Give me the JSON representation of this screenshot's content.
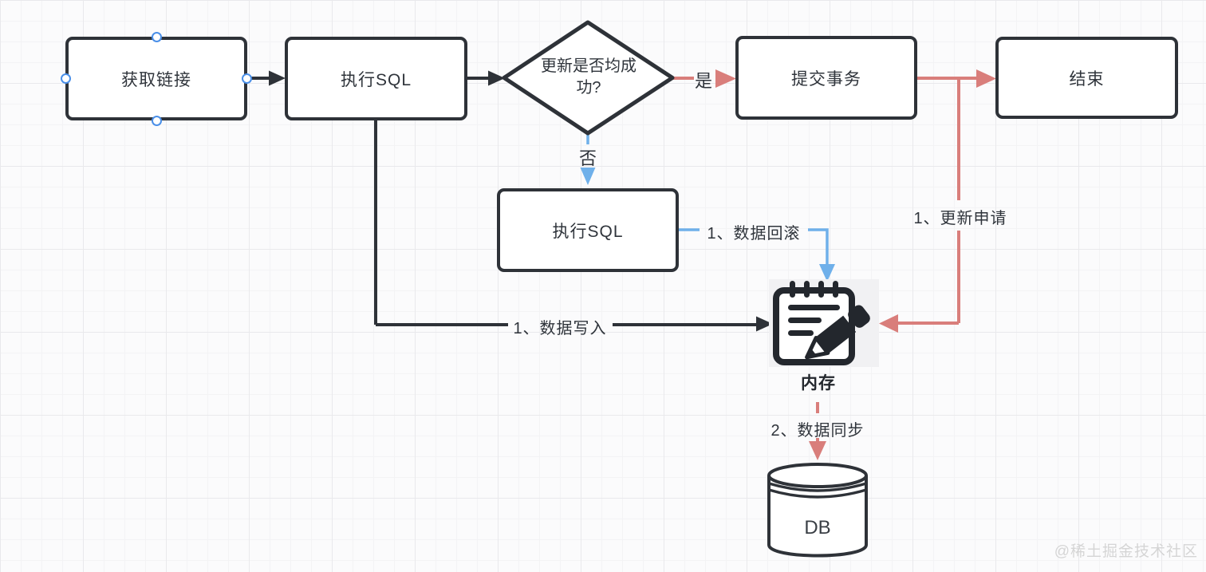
{
  "colors": {
    "ink": "#2e3238",
    "red": "#d97e7b",
    "blue": "#6fb0ea",
    "handle_blue": "#4a8fe8"
  },
  "nodes": {
    "get_connection": {
      "label": "获取链接"
    },
    "execute_sql": {
      "label": "执行SQL"
    },
    "decision": {
      "label": "更新是否均成功?"
    },
    "commit": {
      "label": "提交事务"
    },
    "end": {
      "label": "结束"
    },
    "execute_sql_rollback": {
      "label": "执行SQL"
    },
    "memory": {
      "label": "内存"
    },
    "db": {
      "label": "DB"
    }
  },
  "edges": {
    "yes": {
      "label": "是"
    },
    "no": {
      "label": "否"
    },
    "rollback": {
      "label": "1、数据回滚"
    },
    "write": {
      "label": "1、数据写入"
    },
    "update_request": {
      "label": "1、更新申请"
    },
    "sync": {
      "label": "2、数据同步"
    }
  },
  "watermark": {
    "text": "@稀土掘金技术社区"
  }
}
